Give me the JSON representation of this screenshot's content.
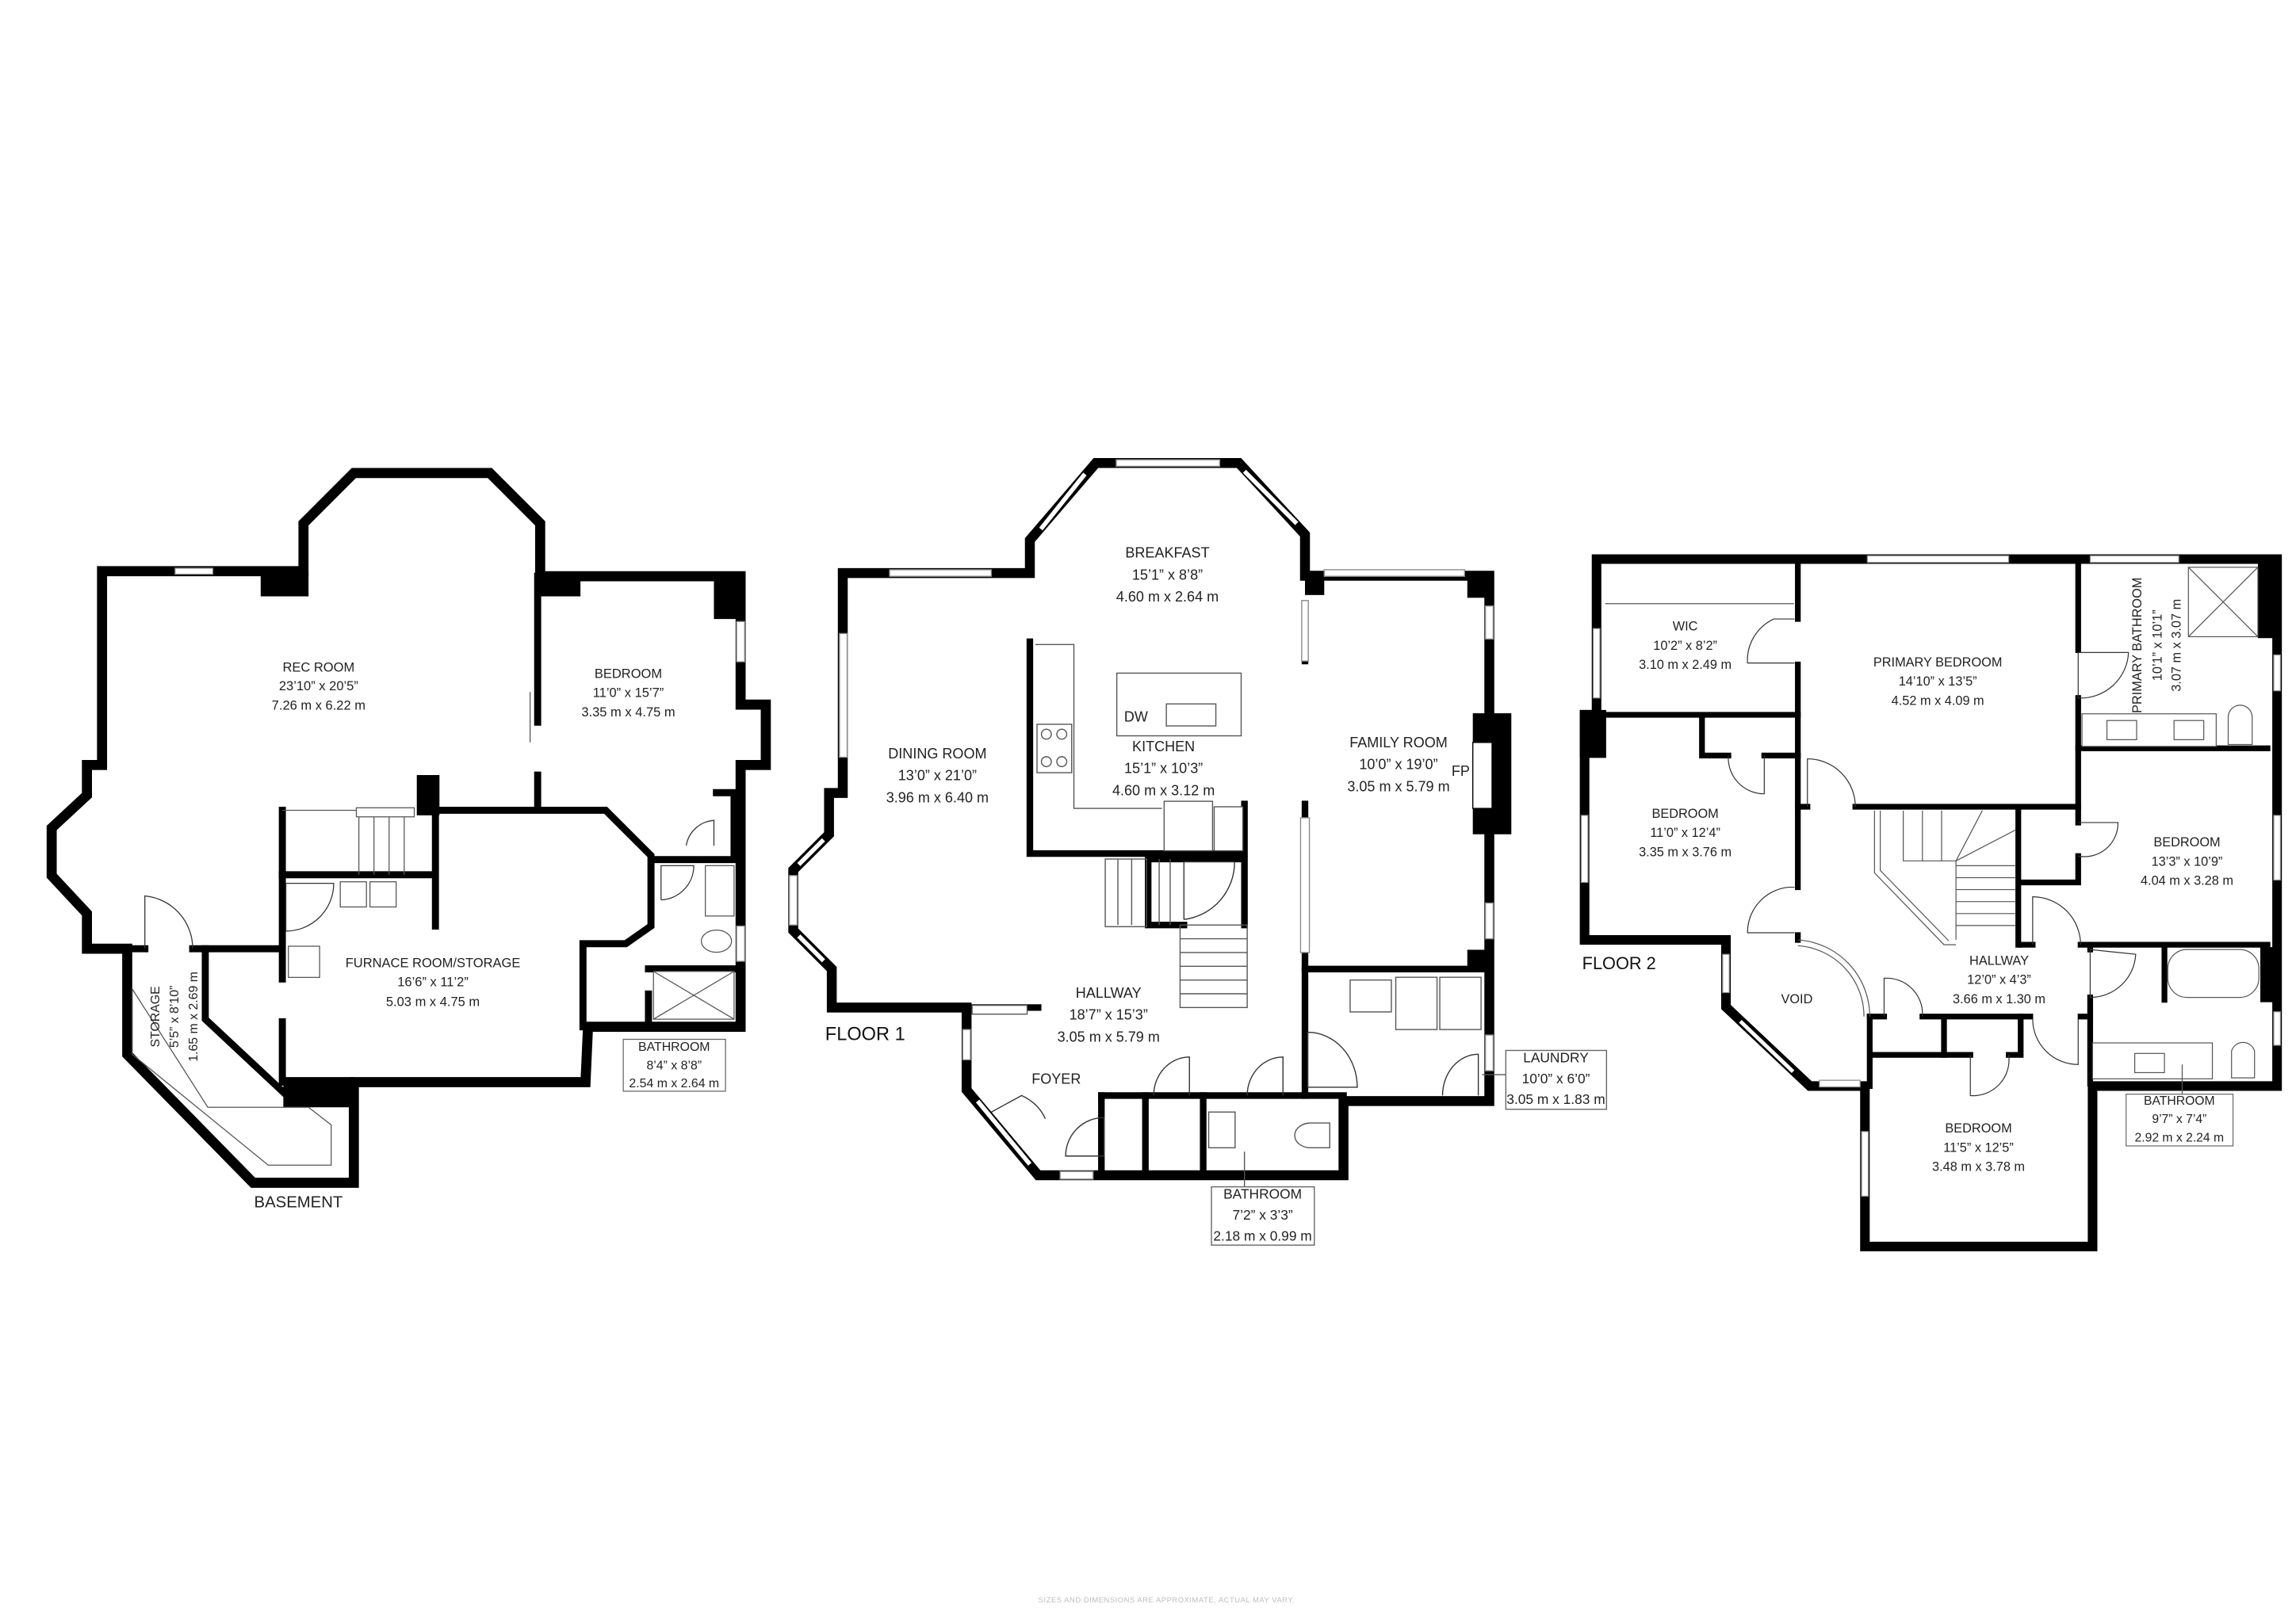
{
  "disclaimer": "SIZES AND DIMENSIONS ARE APPROXIMATE, ACTUAL MAY VARY.",
  "basement": {
    "title": "BASEMENT",
    "rooms": [
      {
        "name": "REC ROOM",
        "imperial": "23’10” x 20’5”",
        "metric": "7.26 m x 6.22 m"
      },
      {
        "name": "BEDROOM",
        "imperial": "11’0” x 15’7”",
        "metric": "3.35 m x 4.75 m"
      },
      {
        "name": "FURNACE ROOM/STORAGE",
        "imperial": "16’6” x 11’2”",
        "metric": "5.03 m x 4.75 m"
      },
      {
        "name": "STORAGE",
        "imperial": "5’5” x 8’10”",
        "metric": "1.65 m x 2.69 m"
      },
      {
        "name": "BATHROOM",
        "imperial": "8’4” x 8’8”",
        "metric": "2.54 m x 2.64 m"
      }
    ]
  },
  "floor1": {
    "title": "FLOOR 1",
    "dw": "DW",
    "fp": "FP",
    "foyer": "FOYER",
    "rooms": [
      {
        "name": "BREAKFAST",
        "imperial": "15’1” x 8’8”",
        "metric": "4.60 m x 2.64 m"
      },
      {
        "name": "DINING ROOM",
        "imperial": "13’0” x 21’0”",
        "metric": "3.96 m x 6.40 m"
      },
      {
        "name": "KITCHEN",
        "imperial": "15’1” x 10’3”",
        "metric": "4.60 m x 3.12 m"
      },
      {
        "name": "FAMILY ROOM",
        "imperial": "10’0” x 19’0”",
        "metric": "3.05 m x 5.79 m"
      },
      {
        "name": "HALLWAY",
        "imperial": "18’7” x 15’3”",
        "metric": "3.05 m x 5.79 m"
      },
      {
        "name": "LAUNDRY",
        "imperial": "10’0” x 6’0”",
        "metric": "3.05 m x 1.83 m"
      },
      {
        "name": "BATHROOM",
        "imperial": "7’2” x 3’3”",
        "metric": "2.18 m x 0.99 m"
      }
    ]
  },
  "floor2": {
    "title": "FLOOR 2",
    "void": "VOID",
    "rooms": [
      {
        "name": "WIC",
        "imperial": "10’2” x 8’2”",
        "metric": "3.10 m x 2.49 m"
      },
      {
        "name": "PRIMARY BEDROOM",
        "imperial": "14’10” x 13’5”",
        "metric": "4.52 m x 4.09 m"
      },
      {
        "name": "PRIMARY BATHROOM",
        "imperial": "10’1” x 10’1”",
        "metric": "3.07 m x 3.07 m"
      },
      {
        "name": "BEDROOM",
        "imperial": "11’0” x 12’4”",
        "metric": "3.35 m x 3.76 m"
      },
      {
        "name": "BEDROOM",
        "imperial": "13’3” x 10’9”",
        "metric": "4.04 m x 3.28 m"
      },
      {
        "name": "HALLWAY",
        "imperial": "12’0” x 4’3”",
        "metric": "3.66 m x 1.30 m"
      },
      {
        "name": "BEDROOM",
        "imperial": "11’5” x 12’5”",
        "metric": "3.48 m x 3.78 m"
      },
      {
        "name": "BATHROOM",
        "imperial": "9’7” x 7’4”",
        "metric": "2.92 m x 2.24 m"
      }
    ]
  }
}
